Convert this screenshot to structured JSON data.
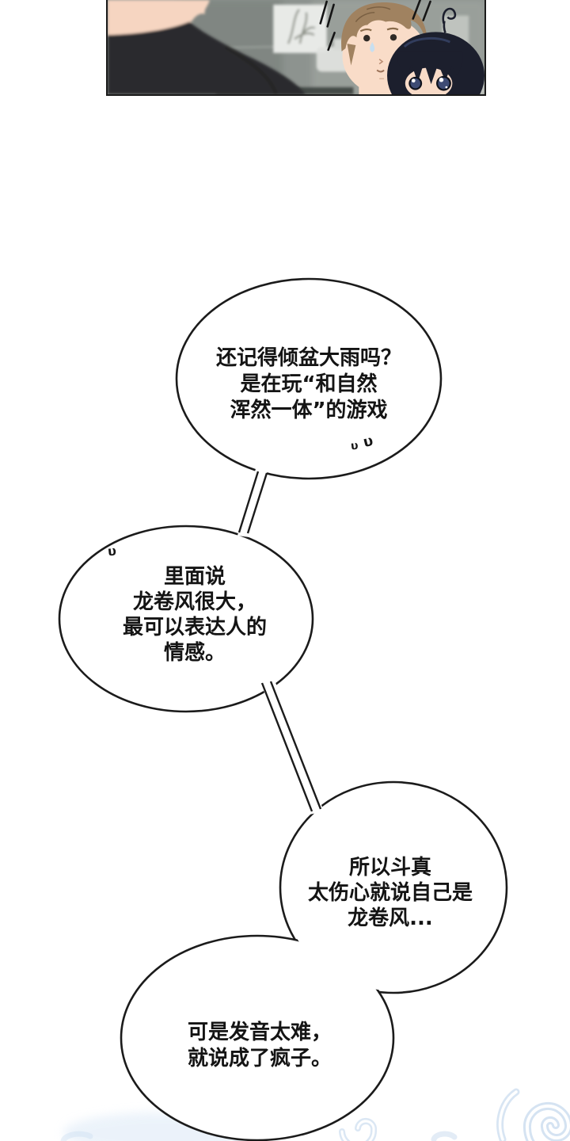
{
  "page": {
    "background": "#ffffff",
    "bubble_fill": "#ffffff",
    "bubble_stroke": "#1b1b1b",
    "text_color": "#141414"
  },
  "panel": {
    "colors": {
      "wall": "#8d938f",
      "wall_light": "#9ba19c",
      "shirt": "#2c2c2e",
      "skin": "#f6d5c1",
      "boy_hair": "#a08260",
      "kid_hair": "#1c1f2d",
      "kid_eye": "#3e4b74",
      "frame": "#e8eae7",
      "plant": "#464d44",
      "sweat": "#c8dff0"
    }
  },
  "bubbles": [
    {
      "lines": [
        "还记得倾盆大雨吗？",
        "是在玩“和自然",
        "浑然一体”的游戏"
      ],
      "marks": [
        "υ",
        "υ"
      ]
    },
    {
      "lines": [
        "里面说",
        "龙卷风很大，",
        "最可以表达人的",
        "情感。"
      ],
      "marks": [
        "υ"
      ]
    },
    {
      "lines": [
        "所以斗真",
        "太伤心就说自己是",
        "龙卷风..."
      ]
    },
    {
      "lines": [
        "可是发音太难，",
        "就说成了疯子。"
      ]
    }
  ],
  "decor": {
    "swirl_color": "#c7daee",
    "swirl_core": "#ffffff",
    "glow": "#dce9f7"
  }
}
